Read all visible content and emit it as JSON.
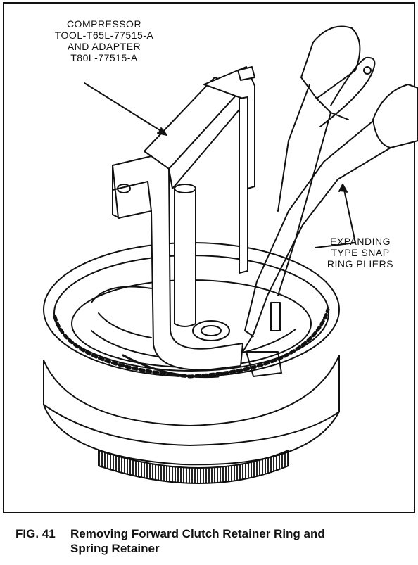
{
  "labels": {
    "compressor": [
      "COMPRESSOR",
      "TOOL-T65L-77515-A",
      "AND ADAPTER",
      "T80L-77515-A"
    ],
    "pliers": [
      "EXPANDING",
      "TYPE SNAP",
      "RING PLIERS"
    ]
  },
  "caption": {
    "figure": "FIG. 41",
    "line1": "Removing Forward Clutch Retainer Ring and",
    "line2": "Spring Retainer"
  }
}
